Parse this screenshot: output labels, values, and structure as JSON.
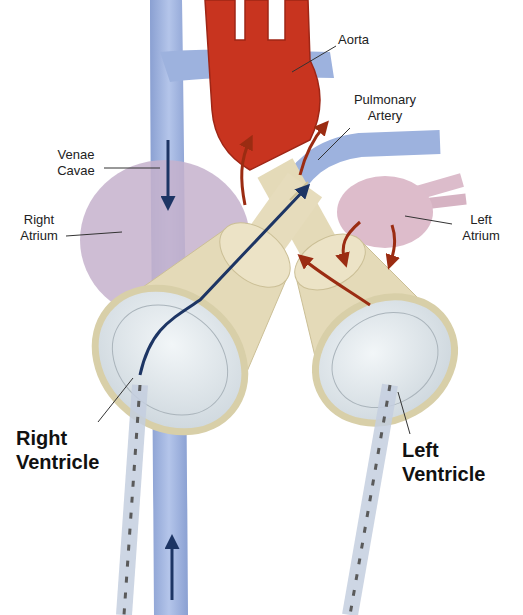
{
  "diagram": {
    "labels": [
      "Aorta",
      "Venae Cavae",
      "Pulmonary Artery",
      "Right Atrium",
      "Left Atrium",
      "Right Ventricle",
      "Left Ventricle"
    ]
  }
}
